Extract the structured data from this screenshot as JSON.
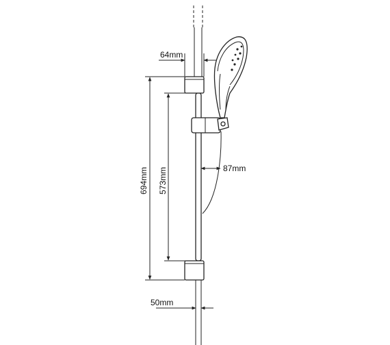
{
  "dimensions": {
    "bracket_width": "64mm",
    "overall_height": "694mm",
    "rail_height": "573mm",
    "head_projection": "87mm",
    "hose_outlet_width": "50mm"
  },
  "colors": {
    "line": "#222222",
    "background": "#ffffff"
  }
}
